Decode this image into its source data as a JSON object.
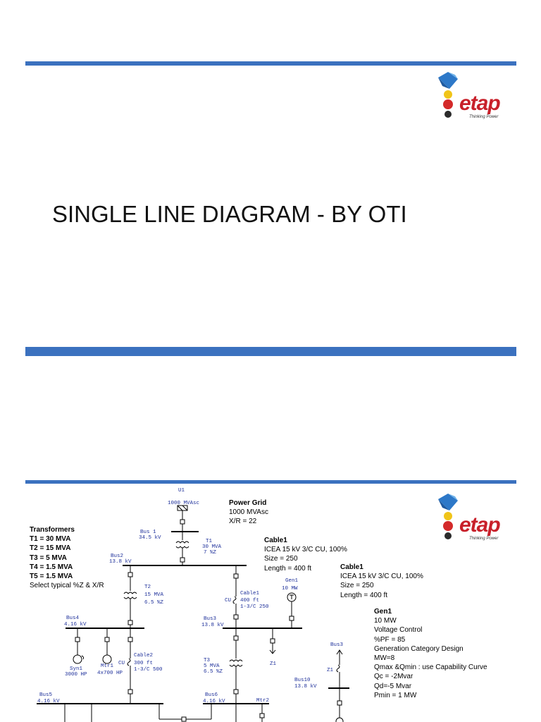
{
  "slide1": {
    "title": "SINGLE LINE DIAGRAM - BY OTI",
    "logo": {
      "word": "etap",
      "tagline": "Thinking Power"
    }
  },
  "slide2": {
    "logo": {
      "word": "etap",
      "tagline": "Thinking Power"
    },
    "diagram_labels": {
      "u1": "U1",
      "u1_rating": "1000 MVAsc",
      "bus1": "Bus 1",
      "bus1_kv": "34.5 kV",
      "t1": "T1",
      "t1_mva": "30 MVA",
      "t1_z": "7 %Z",
      "bus2": "Bus2",
      "bus2_kv": "13.8 kV",
      "t2": "T2",
      "t2_mva": "15 MVA",
      "t2_z": "6.5 %Z",
      "cable1": "Cable1",
      "cable1_len": "400 ft",
      "cable1_size": "1-3/C 250",
      "cable1_cu": "CU",
      "gen1": "Gen1",
      "gen1_mw": "10 MW",
      "bus4": "Bus4",
      "bus4_kv": "4.16 kV",
      "bus3": "Bus3",
      "bus3_kv": "13.8 kV",
      "z1": "Z1",
      "syn1": "Syn1",
      "syn1_hp": "3000 HP",
      "mtr1": "Mtr1",
      "mtr1_hp": "4x700 HP",
      "cable2": "Cable2",
      "cable2_len": "300 ft",
      "cable2_size": "1-3/C 500",
      "cable2_cu": "CU",
      "t3": "T3",
      "t3_mva": "5 MVA",
      "t3_z": "6.5 %Z",
      "bus5": "Bus5",
      "bus5_kv": "4.16 kV",
      "bus6": "Bus6",
      "bus6_kv": "4.16 kV",
      "mtr2": "Mtr2",
      "bus3_b": "Bus3",
      "z1_b": "Z1",
      "bus10": "Bus10",
      "bus10_kv": "13.8 kV"
    },
    "notes": {
      "power_grid": {
        "heading": "Power Grid",
        "lines": [
          "1000 MVAsc",
          "X/R = 22"
        ]
      },
      "transformers": {
        "heading": "Transformers",
        "lines": [
          "T1 = 30 MVA",
          "T2 = 15 MVA",
          "T3 = 5 MVA",
          "T4 = 1.5 MVA",
          "T5 = 1.5 MVA"
        ],
        "footer": "Select typical %Z & X/R"
      },
      "cable1_a": {
        "heading": "Cable1",
        "lines": [
          "ICEA 15 kV 3/C CU, 100%",
          "Size = 250",
          "Length = 400 ft"
        ]
      },
      "cable1_b": {
        "heading": "Cable1",
        "lines": [
          "ICEA 15 kV 3/C CU, 100%",
          "Size = 250",
          "Length = 400 ft"
        ]
      },
      "gen1": {
        "heading": "Gen1",
        "lines": [
          "10 MW",
          "Voltage Control",
          "%PF = 85",
          "Generation Category Design",
          "MW=8",
          "Qmax &Qmin : use Capability Curve",
          "Qc = -2Mvar",
          "Qd=-5 Mvar",
          "Pmin = 1 MW"
        ]
      }
    }
  }
}
